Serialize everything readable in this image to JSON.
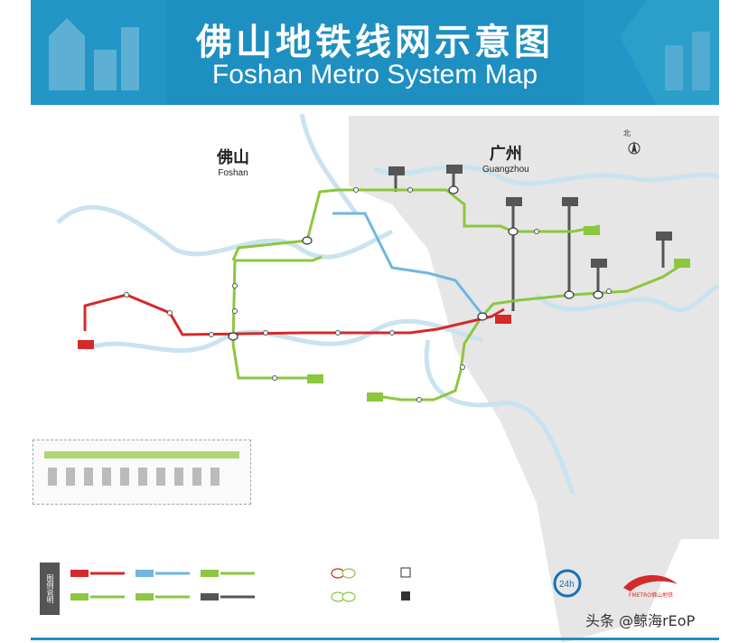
{
  "header": {
    "title_cn": "佛山地铁线网示意图",
    "title_en": "Foshan Metro System Map"
  },
  "regions": {
    "foshan_cn": "佛山",
    "foshan_en": "Foshan",
    "guangzhou_cn": "广州",
    "guangzhou_en": "Guangzhou"
  },
  "north_label": "北",
  "colors": {
    "header": "#1d8fc1",
    "guangzhou_area": "#e6e6e6",
    "line_red": "#d42a2a",
    "line_green": "#8dc63f",
    "line_blue": "#6fb7de",
    "line_gray": "#555555",
    "river": "#c9e3ef"
  },
  "map_icons": [
    "north-arrow-icon",
    "transfer-station-icon",
    "terminal-station-icon"
  ],
  "key": {
    "title": "图例说明"
  },
  "logos": {
    "hotline": "24h",
    "foshan_metro": "FMETRO佛山地铁"
  },
  "watermark": "头条 @鲸海rEoP"
}
